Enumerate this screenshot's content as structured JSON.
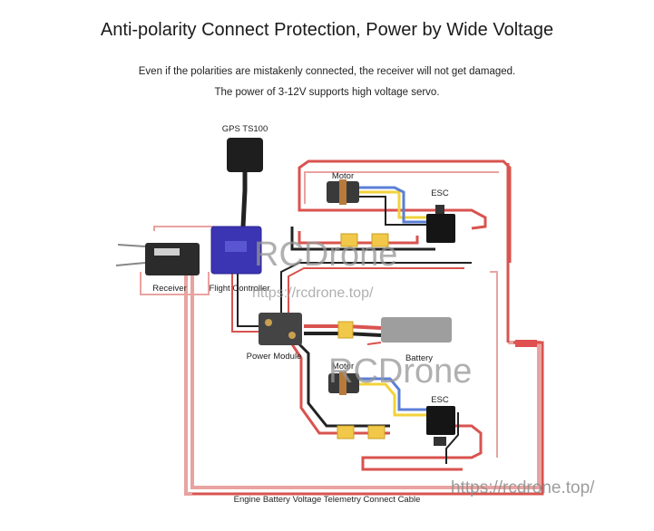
{
  "title": "Anti-polarity Connect Protection, Power by Wide Voltage",
  "subtitle_line1": "Even if the polarities are mistakenly connected, the receiver will not get damaged.",
  "subtitle_line2": "The power of 3-12V supports high voltage servo.",
  "labels": {
    "gps": "GPS TS100",
    "motor_top": "Motor",
    "esc_top": "ESC",
    "receiver": "Receiver",
    "flight_controller": "Flight Controller",
    "power_module": "Power Module",
    "motor_bottom": "Motor",
    "battery": "Battery",
    "esc_bottom": "ESC",
    "bottom_caption": "Engine Battery Voltage Telemetry Connect Cable"
  },
  "watermarks": {
    "brand": "RCDrone",
    "url": "https://rcdrone.top/"
  },
  "colors": {
    "wire_red": "#d9534f",
    "wire_pink": "#e8a3a0",
    "wire_black": "#222222",
    "wire_yellow": "#f2d23a",
    "wire_blue": "#5b7fd6",
    "fc_body": "#3b35b3",
    "battery_body": "#9e9e9e"
  }
}
